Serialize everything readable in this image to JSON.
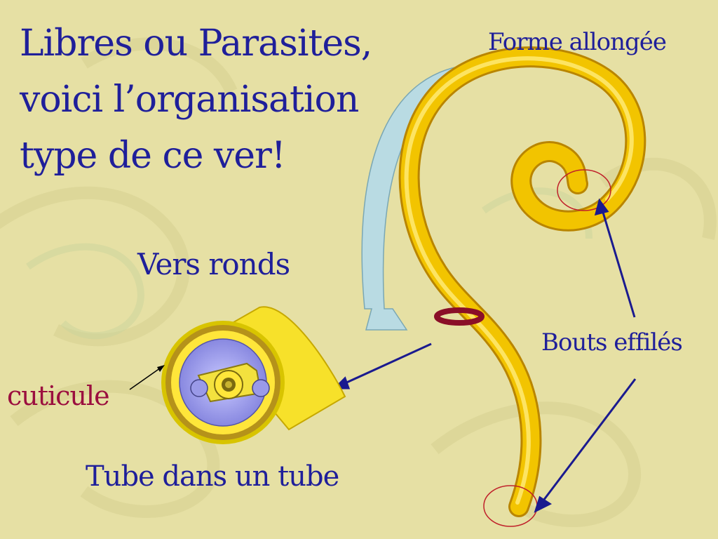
{
  "slide": {
    "title_lines": [
      "Libres ou Parasites,",
      "voici l’organisation",
      "type de ce ver!"
    ],
    "labels": {
      "forme": "Forme allongée",
      "vers": "Vers ronds",
      "bouts": "Bouts effilés",
      "cuticule": "cuticule",
      "tube": "Tube dans un tube"
    }
  },
  "colors": {
    "background": "#e6e0a4",
    "text_blue": "#1f1f9a",
    "cuticule_red": "#9b0f3f",
    "worm_yellow": "#f2c400",
    "worm_highlight": "#ffe96a",
    "arrow_blue": "#1a1a8f",
    "circle_red": "#c0202a",
    "ring_maroon": "#8a0f28",
    "curved_arrow_fill": "#b9dbe3",
    "section_inner": "#9a9ae8"
  }
}
